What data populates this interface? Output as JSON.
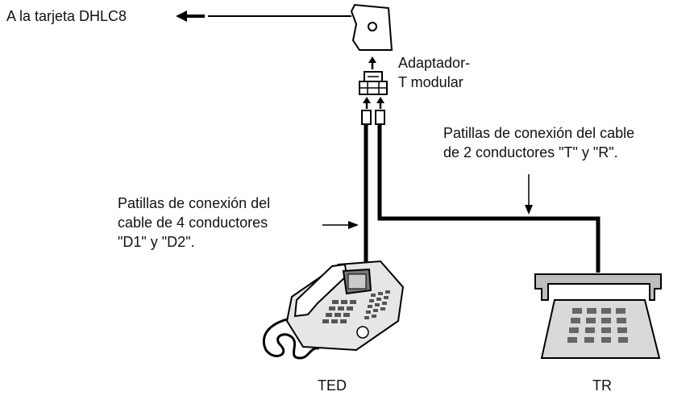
{
  "labels": {
    "to_card": "A la tarjeta DHLC8",
    "adapter_line1": "Adaptador-",
    "adapter_line2": "T modular",
    "two_wire_note": "Patillas de conexión del cable\nde 2 conductores \"T\" y \"R\".",
    "four_wire_note": "Patillas de conexión del\ncable de 4 conductores\n\"D1\" y \"D2\".",
    "ted": "TED",
    "tr": "TR"
  },
  "icons": {
    "wall_jack": "wall-jack-icon",
    "modular_plug": "modular-plug-icon",
    "ted_phone": "digital-proprietary-phone-icon",
    "tr_phone": "single-line-phone-icon"
  },
  "colors": {
    "line": "#000000",
    "device_fill": "#ffffff",
    "phone_body": "#e6e6e6",
    "phone_keys": "#555555"
  }
}
